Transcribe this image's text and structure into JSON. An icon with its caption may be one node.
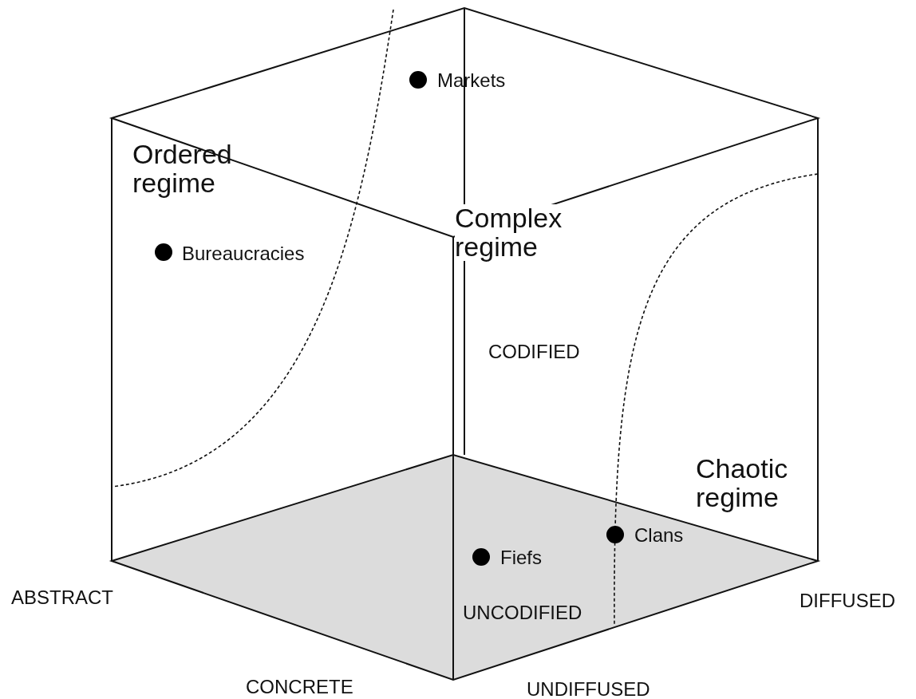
{
  "diagram": {
    "labels": [
      "Markets",
      "Ordered regime",
      "Complex regime",
      "Bureaucracies",
      "CODIFIED",
      "Chaotic regime",
      "Clans",
      "Fiefs",
      "ABSTRACT",
      "UNCODIFIED",
      "DIFFUSED",
      "CONCRETE",
      "UNDIFFUSED"
    ]
  }
}
